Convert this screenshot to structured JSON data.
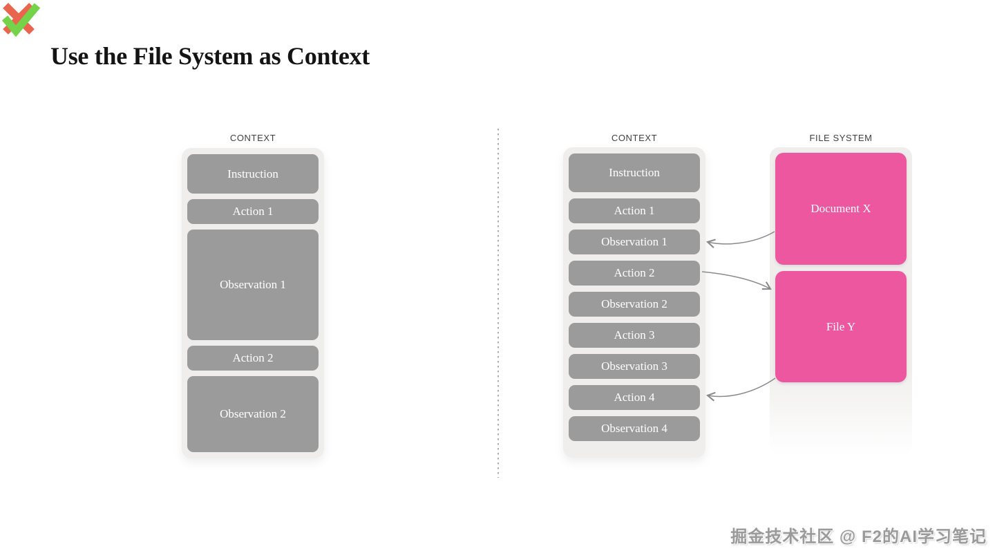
{
  "title": "Use the File System as Context",
  "panels": {
    "left_context": {
      "label": "CONTEXT",
      "boxes": [
        {
          "label": "Instruction"
        },
        {
          "label": "Action 1"
        },
        {
          "label": "Observation 1"
        },
        {
          "label": "Action 2"
        },
        {
          "label": "Observation 2"
        }
      ],
      "verdict": "rejected"
    },
    "right_context": {
      "label": "CONTEXT",
      "boxes": [
        {
          "label": "Instruction"
        },
        {
          "label": "Action 1"
        },
        {
          "label": "Observation 1"
        },
        {
          "label": "Action 2"
        },
        {
          "label": "Observation 2"
        },
        {
          "label": "Action 3"
        },
        {
          "label": "Observation 3"
        },
        {
          "label": "Action 4"
        },
        {
          "label": "Observation 4"
        }
      ],
      "verdict": "approved"
    },
    "file_system": {
      "label": "FILE SYSTEM",
      "boxes": [
        {
          "label": "Document X"
        },
        {
          "label": "File Y"
        }
      ]
    }
  },
  "arrows": [
    {
      "from": "Document X",
      "to": "Observation 1"
    },
    {
      "from": "Action 2",
      "to": "File Y"
    },
    {
      "from": "File Y",
      "to": "Action 4"
    }
  ],
  "colors": {
    "pink": "#ec57a0",
    "gray_box": "#9b9b9b",
    "panel_bg": "#efeeec",
    "arrow": "#8a8a8a",
    "cross": "#e9654e",
    "check": "#74d348",
    "label_text": "#3f3f3f"
  },
  "watermark": "掘金技术社区 @ F2的AI学习笔记"
}
